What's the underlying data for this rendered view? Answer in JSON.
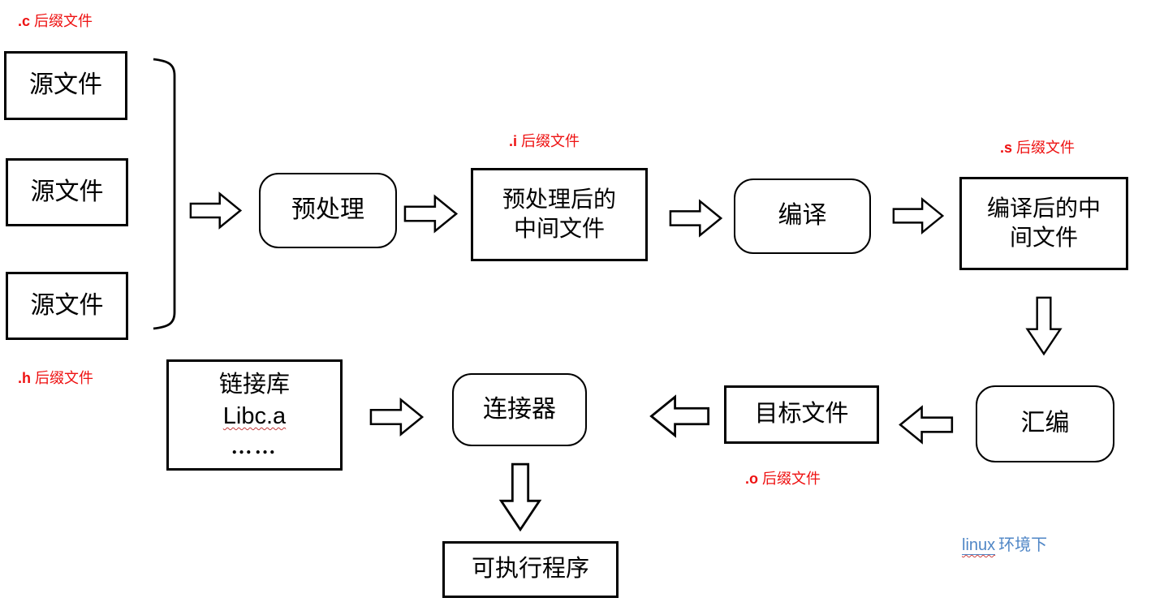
{
  "diagram": {
    "nodes": {
      "source_1": {
        "label": "源文件"
      },
      "source_2": {
        "label": "源文件"
      },
      "source_3": {
        "label": "源文件"
      },
      "preprocess": {
        "label": "预处理"
      },
      "preprocessed_file": {
        "lines": [
          "预处理后的",
          "中间文件"
        ]
      },
      "compile": {
        "label": "编译"
      },
      "compiled_file": {
        "lines": [
          "编译后的中",
          "间文件"
        ]
      },
      "assemble": {
        "label": "汇编"
      },
      "object_file": {
        "label": "目标文件"
      },
      "linker": {
        "label": "连接器"
      },
      "library": {
        "lines": [
          "链接库",
          "Libc.a",
          "……"
        ]
      },
      "executable": {
        "label": "可执行程序"
      }
    },
    "annotations": {
      "c_suffix": {
        "prefix": ".c",
        "label": "后缀文件"
      },
      "i_suffix": {
        "prefix": ".i",
        "label": "后缀文件"
      },
      "s_suffix": {
        "prefix": ".s",
        "label": "后缀文件"
      },
      "h_suffix": {
        "prefix": ".h",
        "label": "后缀文件"
      },
      "o_suffix": {
        "prefix": ".o",
        "label": "后缀文件"
      },
      "environment": {
        "en": "linux",
        "zh": "环境下"
      }
    },
    "colors": {
      "annotation_red": "#ee1111",
      "environment_blue": "#4f86c6",
      "outline_black": "#000000"
    }
  }
}
